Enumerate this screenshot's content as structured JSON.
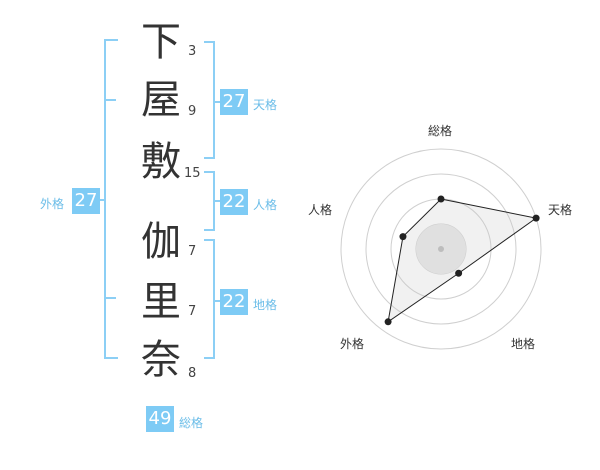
{
  "name": {
    "characters": [
      {
        "char": "下",
        "strokes": "3"
      },
      {
        "char": "屋",
        "strokes": "9"
      },
      {
        "char": "敷",
        "strokes": "15"
      },
      {
        "char": "伽",
        "strokes": "7"
      },
      {
        "char": "里",
        "strokes": "7"
      },
      {
        "char": "奈",
        "strokes": "8"
      }
    ]
  },
  "fortune": {
    "tenkaku": {
      "value": "27",
      "label": "天格"
    },
    "jinkaku": {
      "value": "22",
      "label": "人格"
    },
    "chikaku": {
      "value": "22",
      "label": "地格"
    },
    "gaikaku": {
      "value": "27",
      "label": "外格"
    },
    "soukaku": {
      "value": "49",
      "label": "総格"
    }
  },
  "chart_data": {
    "type": "radar",
    "axes": [
      "総格",
      "天格",
      "地格",
      "外格",
      "人格"
    ],
    "values": [
      0.5,
      1.0,
      0.3,
      0.9,
      0.4
    ],
    "rings": 4
  },
  "colors": {
    "accent": "#7ecbf5",
    "accent_text": "#6bbde8",
    "bracket": "#8ccff5",
    "grid": "#cfcfcf",
    "polygon_fill": "#e9e9e9"
  }
}
